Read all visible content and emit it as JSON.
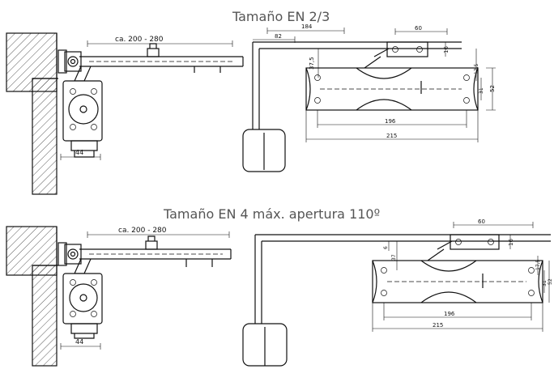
{
  "titles": {
    "top": "Tamaño EN 2/3",
    "bottom": "Tamaño EN 4 máx. apertura 110º"
  },
  "top": {
    "side": {
      "arm_range": "ca. 200 - 280",
      "width": "44"
    },
    "front": {
      "d184": "184",
      "d82": "82",
      "d60": "60",
      "d16": "16",
      "d37_5": "37,5",
      "d17_5": "17,5",
      "d31": "31",
      "d52": "52",
      "d196": "196",
      "d215": "215"
    }
  },
  "bottom": {
    "side": {
      "arm_range": "ca. 200 - 280",
      "width": "44"
    },
    "front": {
      "d60": "60",
      "d16": "16",
      "d6": "6",
      "d37": "37",
      "d17_5": "17,5",
      "d31": "31",
      "d52": "52",
      "d196": "196",
      "d215": "215"
    }
  }
}
